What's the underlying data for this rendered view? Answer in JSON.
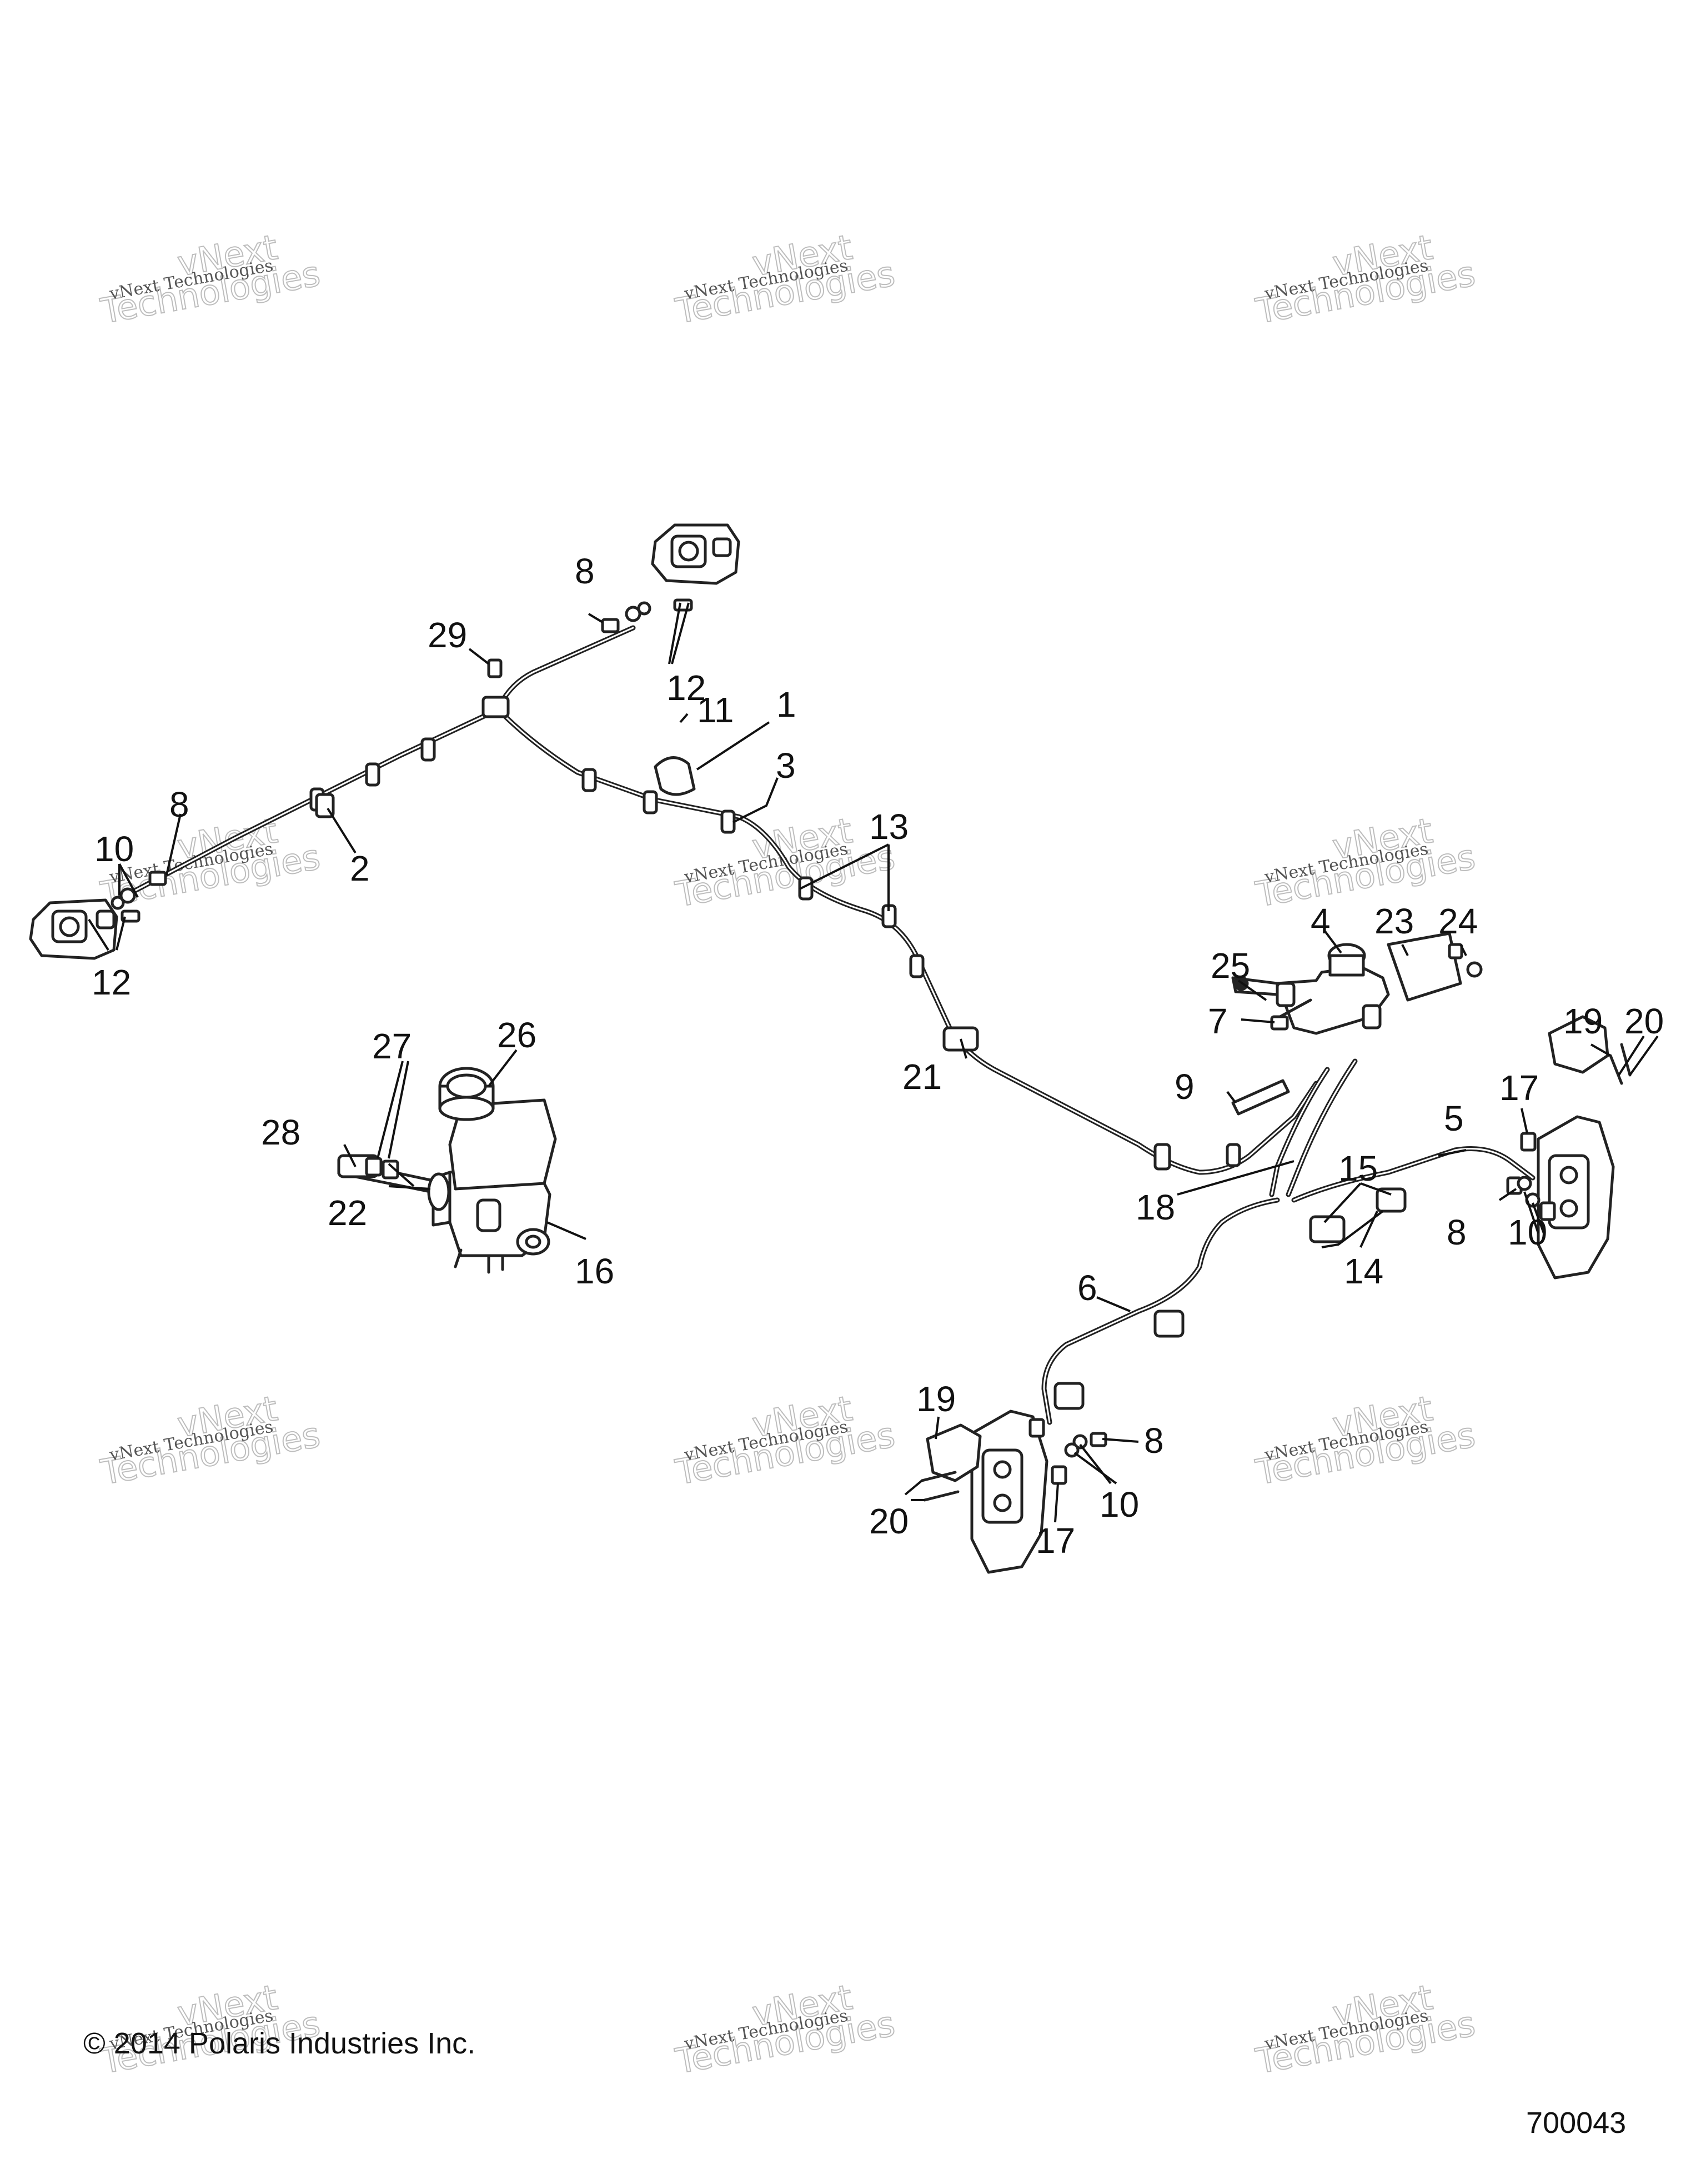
{
  "watermark": {
    "line1": "vNext Technologies",
    "line2": "vNext",
    "line3": "Technologies"
  },
  "callouts": {
    "c1": "1",
    "c2": "2",
    "c3": "3",
    "c4": "4",
    "c5": "5",
    "c6": "6",
    "c7": "7",
    "c8": "8",
    "c9": "9",
    "c10": "10",
    "c11": "11",
    "c12": "12",
    "c13": "13",
    "c14": "14",
    "c15": "15",
    "c16": "16",
    "c17": "17",
    "c18": "18",
    "c19": "19",
    "c20": "20",
    "c21": "21",
    "c22": "22",
    "c23": "23",
    "c24": "24",
    "c25": "25",
    "c26": "26",
    "c27": "27",
    "c28": "28",
    "c29": "29"
  },
  "footer": {
    "copyright": "© 2014 Polaris Industries Inc.",
    "drawing_number": "700043"
  }
}
